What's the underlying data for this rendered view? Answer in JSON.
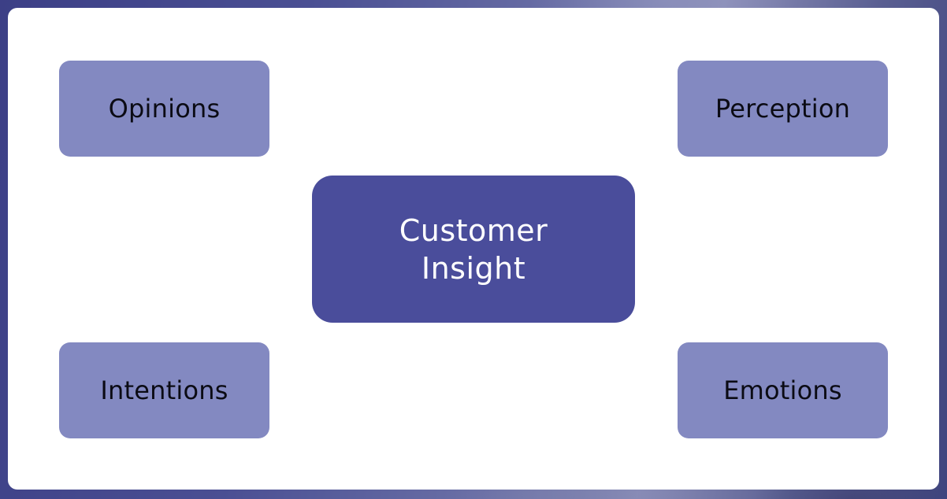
{
  "diagram": {
    "center": {
      "label": "Customer Insight",
      "fill": "#4a4d9b",
      "text_color": "#ffffff"
    },
    "nodes": [
      {
        "id": "opinions",
        "label": "Opinions",
        "position": "top-left"
      },
      {
        "id": "perception",
        "label": "Perception",
        "position": "top-right"
      },
      {
        "id": "intentions",
        "label": "Intentions",
        "position": "bottom-left"
      },
      {
        "id": "emotions",
        "label": "Emotions",
        "position": "bottom-right"
      }
    ],
    "node_fill": "#8389c1",
    "node_text_color": "#0b0b14",
    "card_background": "#ffffff"
  }
}
